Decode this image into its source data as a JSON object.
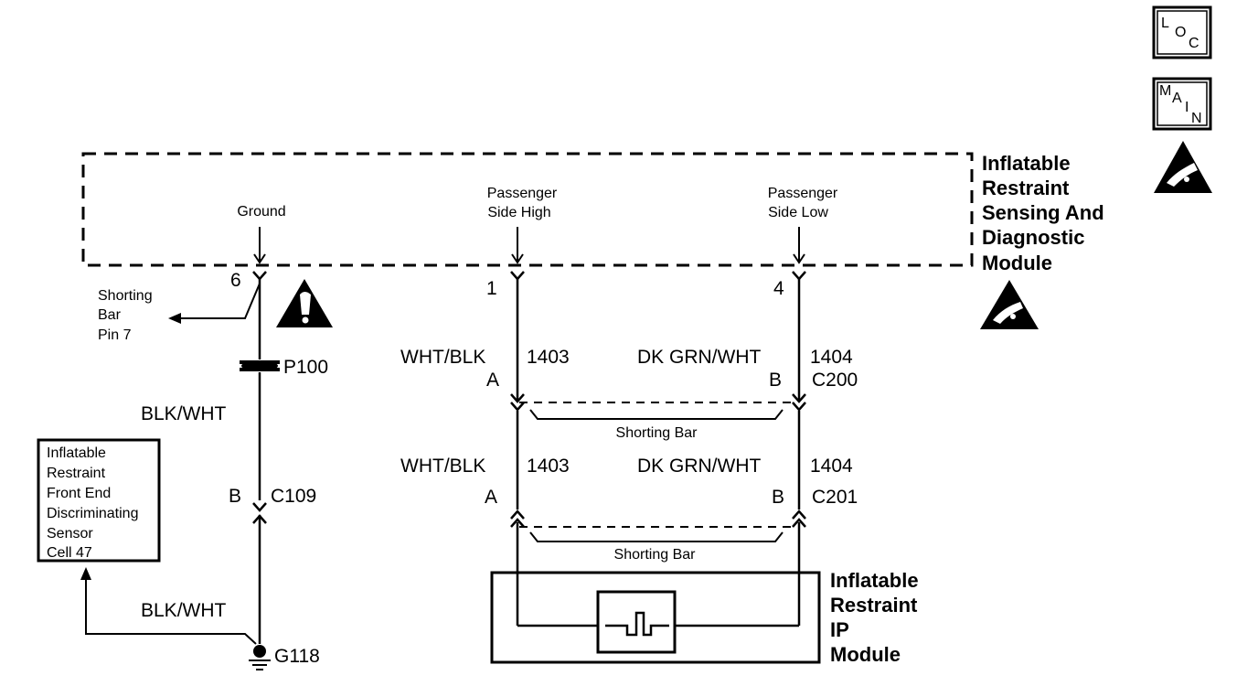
{
  "icons": {
    "loc": {
      "l": "L",
      "o": "O",
      "c": "C"
    },
    "main": {
      "m": "M",
      "a": "A",
      "i": "I",
      "n": "N"
    }
  },
  "module_top": {
    "lines": [
      "Inflatable",
      "Restraint",
      "Sensing And",
      "Diagnostic",
      "Module"
    ],
    "pins": {
      "ground": {
        "label": "Ground",
        "pin": "6"
      },
      "pass_high": {
        "label_lines": [
          "Passenger",
          "Side High"
        ],
        "pin": "1"
      },
      "pass_low": {
        "label_lines": [
          "Passenger",
          "Side Low"
        ],
        "pin": "4"
      }
    }
  },
  "shorting_bar_pin": {
    "lines": [
      "Shorting",
      "Bar",
      "Pin 7"
    ]
  },
  "splice": {
    "id": "P100"
  },
  "left_wires": {
    "upper_color": "BLK/WHT",
    "lower_color": "BLK/WHT"
  },
  "connector_c109": {
    "pin": "B",
    "id": "C109"
  },
  "ground_point": {
    "id": "G118"
  },
  "sensor_box": {
    "lines": [
      "Inflatable",
      "Restraint",
      "Front End",
      "Discriminating",
      "Sensor",
      "Cell 47"
    ]
  },
  "circuit_high_1": {
    "color": "WHT/BLK",
    "number": "1403",
    "pin": "A"
  },
  "circuit_low_1": {
    "color": "DK GRN/WHT",
    "number": "1404",
    "pin": "B",
    "connector": "C200"
  },
  "shorting_bar_1": {
    "label": "Shorting Bar"
  },
  "circuit_high_2": {
    "color": "WHT/BLK",
    "number": "1403",
    "pin": "A"
  },
  "circuit_low_2": {
    "color": "DK GRN/WHT",
    "number": "1404",
    "pin": "B",
    "connector": "C201"
  },
  "shorting_bar_2": {
    "label": "Shorting Bar"
  },
  "ip_module": {
    "lines": [
      "Inflatable",
      "Restraint",
      "IP",
      "Module"
    ]
  }
}
